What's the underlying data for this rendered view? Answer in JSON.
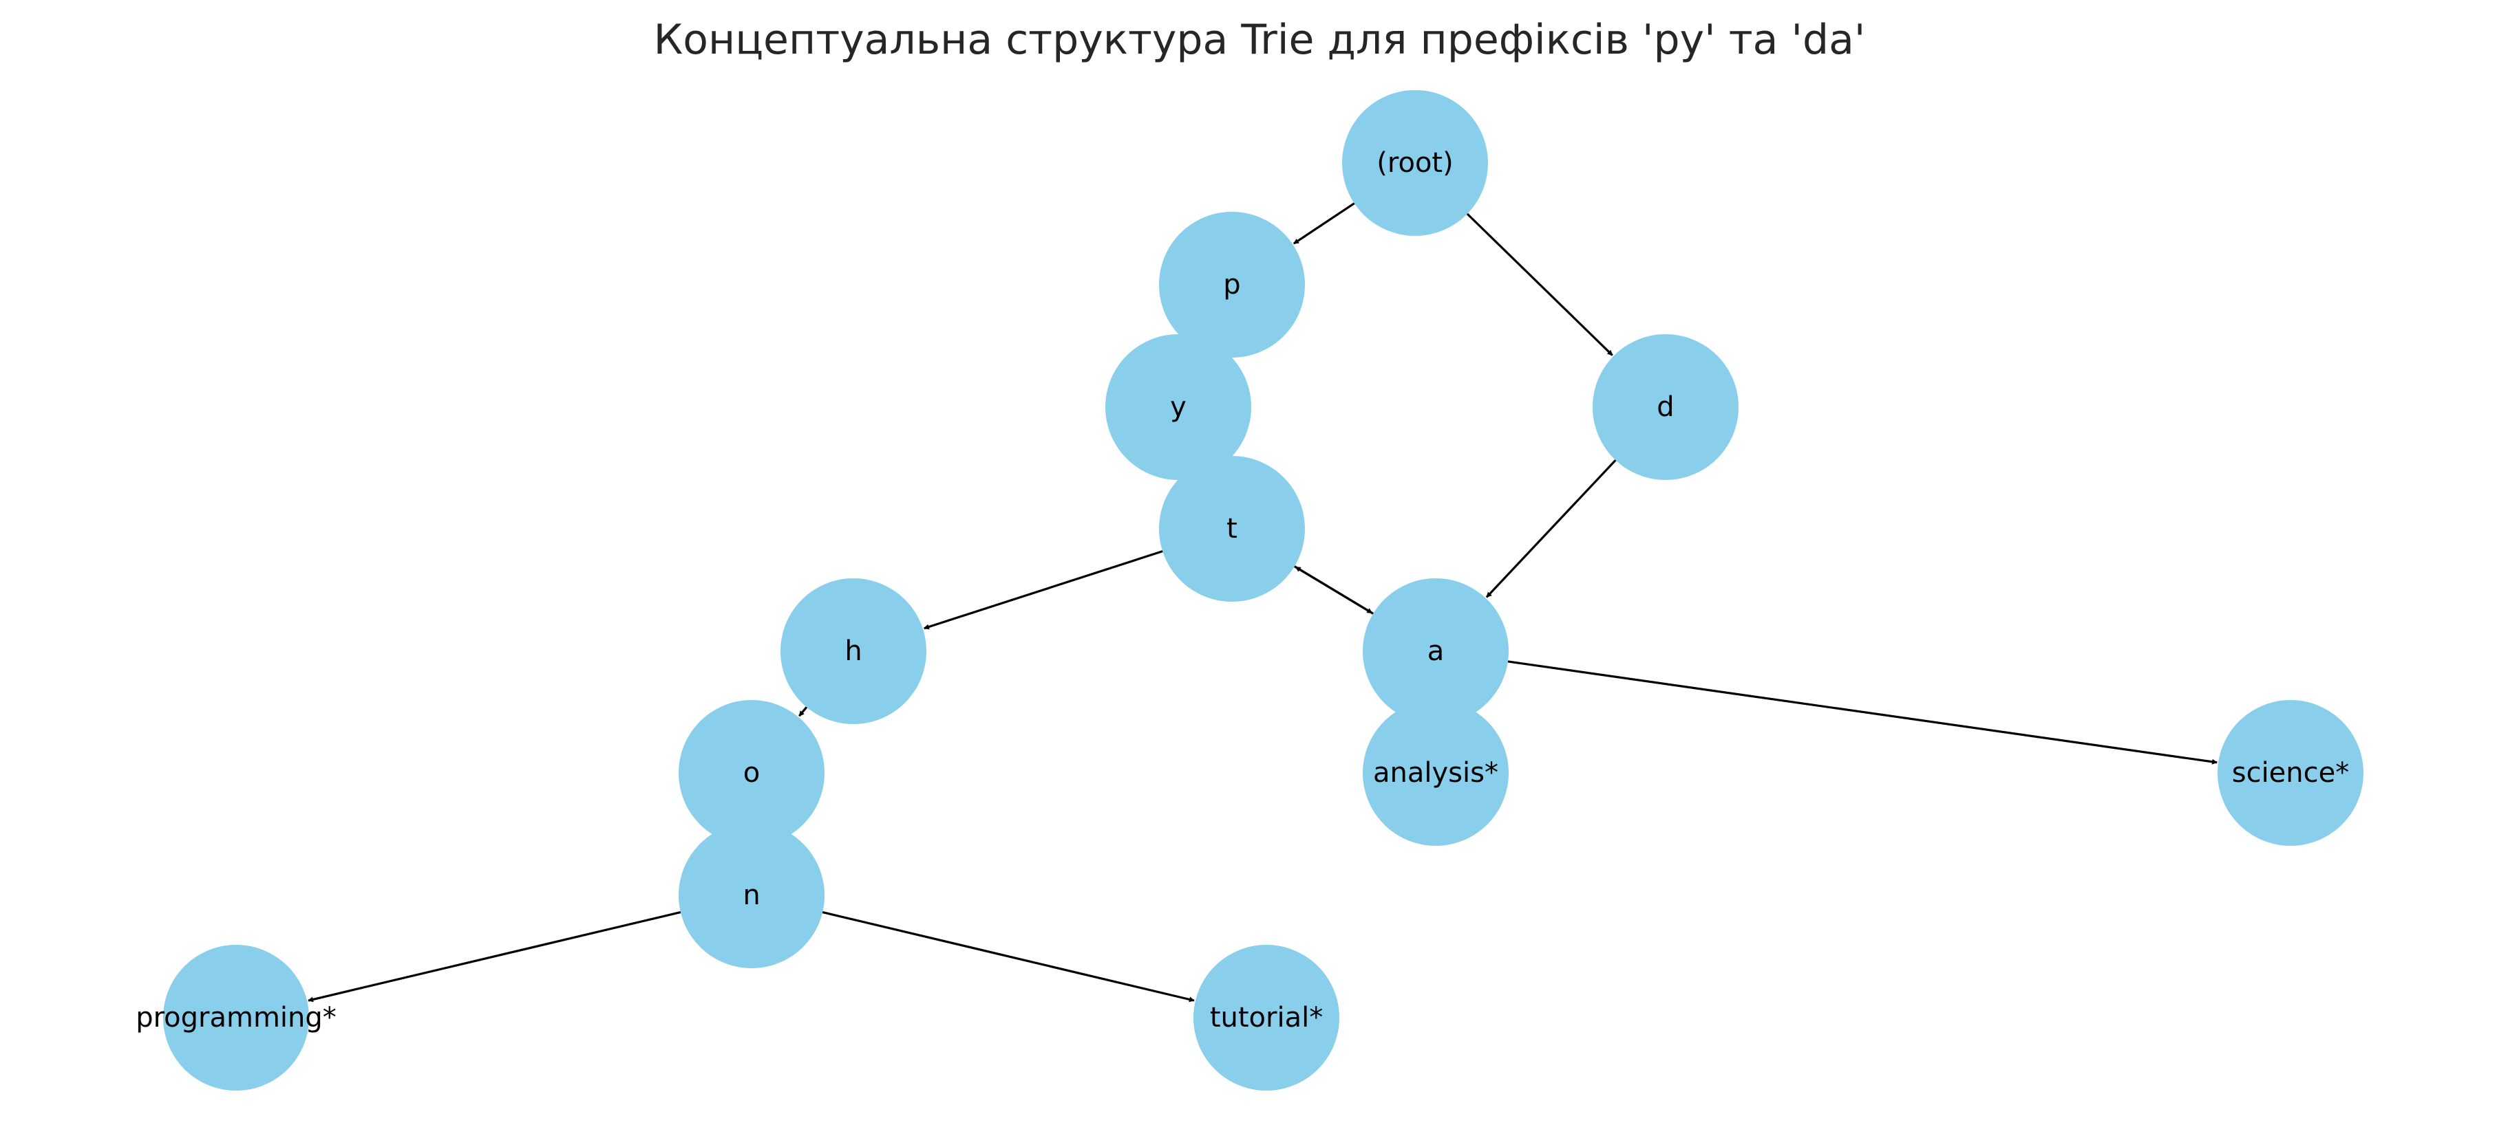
{
  "title": "Концептуальна структура Trie для префіксів 'py' та 'da'",
  "colors": {
    "node_fill": "#89CFEB",
    "edge": "#000000",
    "label": "#000000",
    "title": "#262626"
  },
  "nodes": [
    {
      "id": "root",
      "label": "(root)"
    },
    {
      "id": "p",
      "label": "p"
    },
    {
      "id": "y",
      "label": "y"
    },
    {
      "id": "t",
      "label": "t"
    },
    {
      "id": "h",
      "label": "h"
    },
    {
      "id": "o",
      "label": "o"
    },
    {
      "id": "n",
      "label": "n"
    },
    {
      "id": "programming",
      "label": "programming*"
    },
    {
      "id": "tutorial",
      "label": "tutorial*"
    },
    {
      "id": "d",
      "label": "d"
    },
    {
      "id": "a",
      "label": "a"
    },
    {
      "id": "analysis",
      "label": "analysis*"
    },
    {
      "id": "science",
      "label": "science*"
    }
  ],
  "edges": [
    {
      "from": "root",
      "to": "p"
    },
    {
      "from": "root",
      "to": "d"
    },
    {
      "from": "p",
      "to": "y"
    },
    {
      "from": "y",
      "to": "t"
    },
    {
      "from": "t",
      "to": "h"
    },
    {
      "from": "h",
      "to": "o"
    },
    {
      "from": "o",
      "to": "n"
    },
    {
      "from": "n",
      "to": "programming"
    },
    {
      "from": "n",
      "to": "tutorial"
    },
    {
      "from": "d",
      "to": "a"
    },
    {
      "from": "a",
      "to": "t"
    },
    {
      "from": "t",
      "to": "a"
    },
    {
      "from": "a",
      "to": "analysis"
    },
    {
      "from": "a",
      "to": "science"
    }
  ]
}
